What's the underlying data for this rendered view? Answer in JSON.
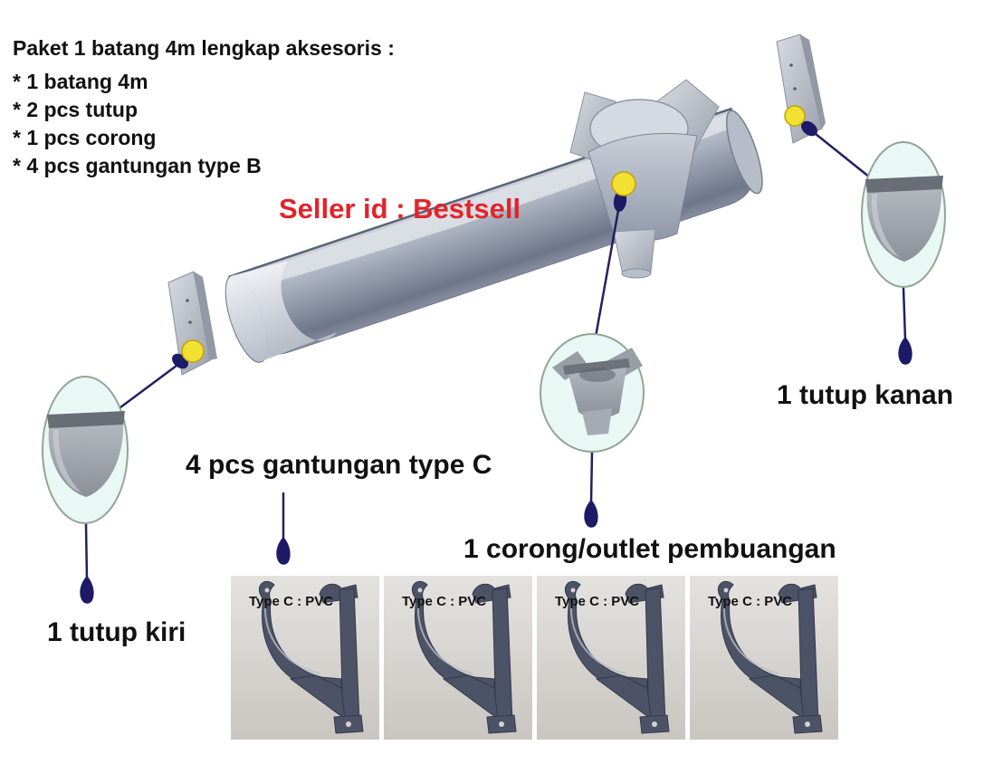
{
  "intro": {
    "title": "Paket 1 batang 4m lengkap aksesoris :",
    "items": [
      "* 1 batang 4m",
      "* 2 pcs tutup",
      "* 1 pcs corong",
      "* 4 pcs gantungan type B"
    ]
  },
  "watermark": {
    "text": "Seller id : Bestsell"
  },
  "callouts": {
    "tutup_kanan": "1 tutup kanan",
    "gantungan_c": "4 pcs gantungan type C",
    "corong": "1 corong/outlet pembuangan",
    "tutup_kiri": "1 tutup kiri"
  },
  "brackets": {
    "items": [
      {
        "label": "Type C : PVC"
      },
      {
        "label": "Type C : PVC"
      },
      {
        "label": "Type C : PVC"
      },
      {
        "label": "Type C : PVC"
      }
    ]
  },
  "colors": {
    "watermark_red": "#e2242b",
    "text_black": "#111111",
    "pipe_gray": "#97a0b0",
    "callout_fill": "#e9f8f4",
    "callout_border": "#94a496",
    "marker_yellow": "#f4e33c",
    "connector_navy": "#23205f",
    "bracket_slate": "#4c5366"
  }
}
